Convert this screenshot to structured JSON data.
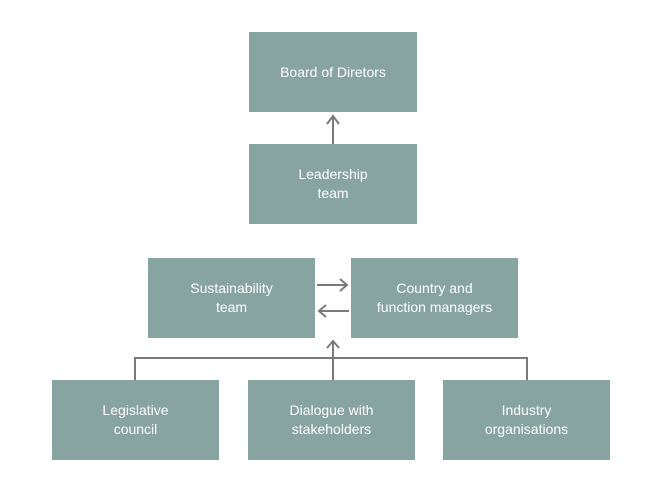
{
  "nodes": {
    "board": "Board of Diretors",
    "leadership": "Leadership\nteam",
    "sustainability": "Sustainability\nteam",
    "country": "Country and\nfunction managers",
    "legislative": "Legislative\ncouncil",
    "dialogue": "Dialogue with\nstakeholders",
    "industry": "Industry\norganisations"
  },
  "colors": {
    "box_fill": "#87a4a0",
    "box_text": "#ffffff",
    "connector": "#7a7a7a"
  }
}
